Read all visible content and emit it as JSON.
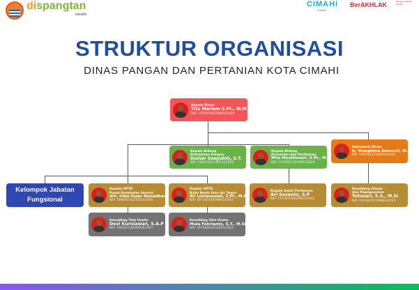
{
  "header": {
    "logo_text_prefix": "di",
    "logo_text_main": "spangtan",
    "logo_sub": "cimahi",
    "cimahi_logo": "CIMAHI",
    "cimahi_tagline": "Cimahi",
    "berakhlak": "BerAKHLAK",
    "bangga": "bangga melayani bangsa"
  },
  "title": "STRUKTUR ORGANISASI",
  "subtitle": "DINAS PANGAN DAN PERTANIAN KOTA CIMAHI",
  "colors": {
    "kepala": "#f25757",
    "sekretaris": "#e57b17",
    "bidang": "#69b34a",
    "upt": "#b68c34",
    "tatausaha": "#737373",
    "fungsional": "#2f46b5",
    "title": "#1f4ea1"
  },
  "nodes": {
    "kadis": {
      "role": "Kepala Dinas",
      "name": "Tita Mariam S.Pt., M.M",
      "nip": "NIP. 197007061998032006"
    },
    "sekdis": {
      "role": "Sekretaris Dinas",
      "name": "Ir. Yosephina Dewanti, M.M",
      "nip": "NIP. 196703221992032005"
    },
    "bid1": {
      "role": "Kepala Bidang",
      "role2": "Ketahanan Pangan",
      "name": "Dadan Saepuloh, S.T.",
      "nip": "NIP. 196911011997031005"
    },
    "bid2": {
      "role": "Kepala Bidang",
      "role2": "Pertanian dan Perikanan",
      "name": "Mita Mustikasari, S.Pt., M.M",
      "nip": "NIP. 197005171999032004"
    },
    "fungsional": {
      "label1": "Kelompok Jabatan",
      "label2": "Fungsional"
    },
    "upt1": {
      "role": "Kepala UPTD",
      "role2": "Pusat Kesehatan Hewan",
      "name": "drh. Irfan Fazar Ramadhan",
      "nip": "NIP. 198007162005011006"
    },
    "upt2": {
      "role": "Kepala UPTD",
      "role2": "Balai Benih Ikan Air Tawar",
      "name": "Ati Listianawati, S.Pt., M.AP",
      "nip": "NIP. 197105181998032004"
    },
    "seksi": {
      "role": "Kepala Seksi Perikanan",
      "name": "Ari Susanto, S.P",
      "nip": "NIP. 197107082008011004"
    },
    "kasubbag": {
      "role": "Kasubbag Umum",
      "role2": "dan Kepegawaian",
      "name": "Tutusari, S.S., M.Si",
      "nip": "NIP. 197403311998032005"
    },
    "tu1": {
      "role": "Kasubbag Tata Usaha",
      "name": "Devi Kurniawan, S.A.P",
      "nip": "NIP. 198107182006041007"
    },
    "tu2": {
      "role": "Kasubbag Tata Usaha",
      "name": "Mula Febrianto, S.T., M.Si",
      "nip": "NIP. 197902042010011004"
    }
  }
}
